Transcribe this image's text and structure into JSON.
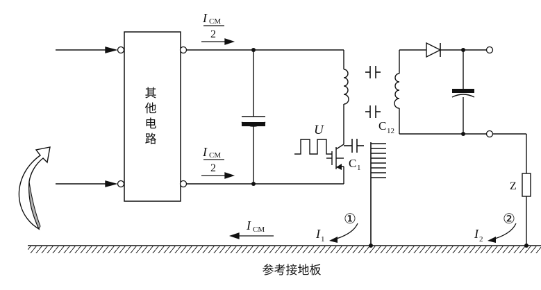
{
  "block_label_lines": [
    "其",
    "他",
    "电",
    "路"
  ],
  "labels": {
    "icm_top_num": "I",
    "icm_top_sub": "CM",
    "icm_top_den": "2",
    "icm_mid_num": "I",
    "icm_mid_sub": "CM",
    "icm_mid_den": "2",
    "icm_ground": "I",
    "icm_ground_sub": "CM",
    "u": "U",
    "c1": "C",
    "c1_sub": "1",
    "c12": "C",
    "c12_sub": "12",
    "z": "Z",
    "i1": "I",
    "i1_sub": "1",
    "i2": "I",
    "i2_sub": "2",
    "circle1": "①",
    "circle2": "②",
    "ground_plane": "参考接地板"
  },
  "colors": {
    "line": "#111111",
    "arrow_fill": "#ffffff",
    "arrow_shade": "#b5b5b5"
  }
}
